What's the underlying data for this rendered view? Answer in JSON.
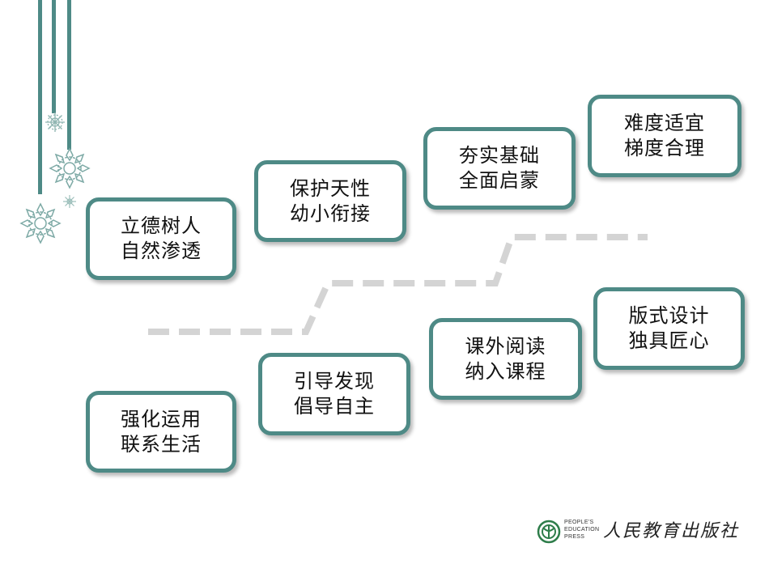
{
  "colors": {
    "accent": "#4e8a86",
    "dash": "#d4d4d4",
    "text": "#111111"
  },
  "boxes": [
    {
      "id": "b1",
      "line1": "立德树人",
      "line2": "自然渗透"
    },
    {
      "id": "b2",
      "line1": "保护天性",
      "line2": "幼小衔接"
    },
    {
      "id": "b3",
      "line1": "夯实基础",
      "line2": "全面启蒙"
    },
    {
      "id": "b4",
      "line1": "难度适宜",
      "line2": "梯度合理"
    },
    {
      "id": "b5",
      "line1": "强化运用",
      "line2": "联系生活"
    },
    {
      "id": "b6",
      "line1": "引导发现",
      "line2": "倡导自主"
    },
    {
      "id": "b7",
      "line1": "课外阅读",
      "line2": "纳入课程"
    },
    {
      "id": "b8",
      "line1": "版式设计",
      "line2": "独具匠心"
    }
  ],
  "logo": {
    "english_lines": [
      "PEOPLE'S",
      "EDUCATION",
      "PRESS"
    ],
    "chinese": "人民教育出版社"
  }
}
